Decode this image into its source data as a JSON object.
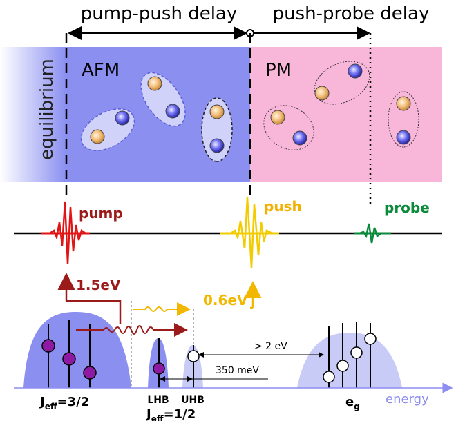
{
  "delays": {
    "pump_push": "pump-push delay",
    "push_probe": "push-probe delay"
  },
  "phases": {
    "equilibrium": "equilibrium",
    "afm": "AFM",
    "pm": "PM"
  },
  "pulses": {
    "pump": "pump",
    "push": "push",
    "probe": "probe"
  },
  "energies": {
    "pump_energy": "1.5eV",
    "push_energy": "0.6eV",
    "gap_eg": "> 2  eV",
    "gap_hubbard": "350 meV"
  },
  "bands": {
    "j32_main": "J",
    "j32_sub": "eff",
    "j32_val": "=3/2",
    "lhb": "LHB",
    "uhb": "UHB",
    "j12_main": "J",
    "j12_sub": "eff",
    "j12_val": "=1/2",
    "eg_main": "e",
    "eg_sub": "g"
  },
  "axis": {
    "energy": "energy"
  },
  "colors": {
    "afm_bg": "#8a8ff0",
    "pm_bg": "#f8b7d8",
    "pump": "#e01515",
    "push": "#f2cc00",
    "probe": "#0a8a3a",
    "pump_arrow": "#9b1b1b",
    "push_arrow": "#f2b800",
    "electron_fill": "#8e1aa3",
    "axis_label": "#8e8ef0"
  }
}
